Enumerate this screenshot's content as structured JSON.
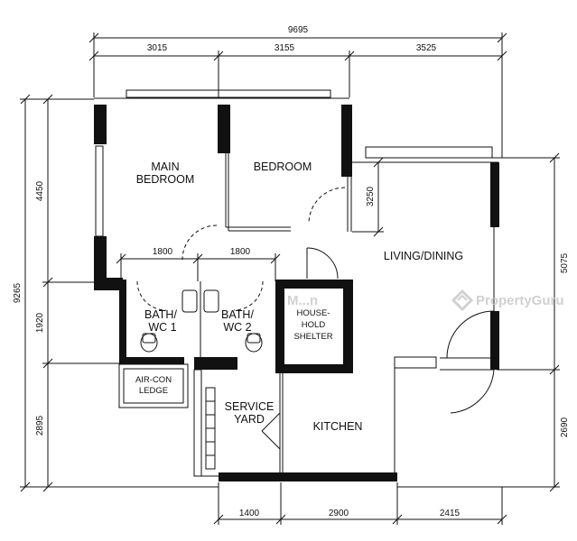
{
  "dimensions": {
    "top_total": "9695",
    "top_segments": [
      "3015",
      "3155",
      "3525"
    ],
    "left_total": "9265",
    "left_segments": [
      "4450",
      "1920",
      "2895"
    ],
    "right_segments": [
      "5075",
      "2690"
    ],
    "bottom_segments": [
      "1400",
      "2900",
      "2415"
    ],
    "bath_widths": [
      "1800",
      "1800"
    ],
    "bedroom_window": "3250"
  },
  "rooms": {
    "main_bedroom": [
      "MAIN",
      "BEDROOM"
    ],
    "bedroom": "BEDROOM",
    "living_dining": "LIVING/DINING",
    "bath_wc1": [
      "BATH/",
      "WC 1"
    ],
    "bath_wc2": [
      "BATH/",
      "WC 2"
    ],
    "household_shelter": [
      "HOUSE-",
      "HOLD",
      "SHELTER"
    ],
    "aircon_ledge": [
      "AIR-CON",
      "LEDGE"
    ],
    "service_yard": [
      "SERVICE",
      "YARD"
    ],
    "kitchen": "KITCHEN"
  },
  "watermark": {
    "brand": "PropertyGuru",
    "partial_text": "M...n"
  },
  "colors": {
    "wall": "#111111",
    "watermark": "#c9c9c9"
  }
}
